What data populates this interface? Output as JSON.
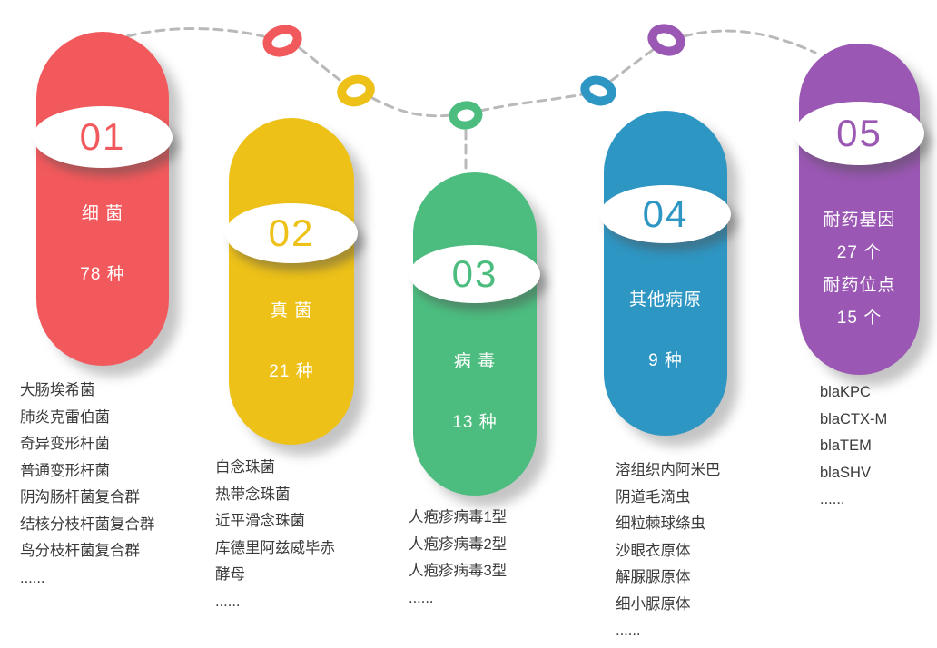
{
  "connector": {
    "color": "#b9b9b9"
  },
  "groups": [
    {
      "number": "01",
      "color": "#f2595c",
      "lines": [
        "细 菌",
        "78 种"
      ],
      "items": [
        "大肠埃希菌",
        "肺炎克雷伯菌",
        "奇异变形杆菌",
        "普通变形杆菌",
        "阴沟肠杆菌复合群",
        "结核分枝杆菌复合群",
        "鸟分枝杆菌复合群",
        "......"
      ]
    },
    {
      "number": "02",
      "color": "#edc118",
      "lines": [
        "真 菌",
        "21 种"
      ],
      "items": [
        "白念珠菌",
        "热带念珠菌",
        "近平滑念珠菌",
        "库德里阿兹威毕赤",
        "酵母",
        "......"
      ]
    },
    {
      "number": "03",
      "color": "#4cbd7f",
      "lines": [
        "病 毒",
        "13 种"
      ],
      "items": [
        "人疱疹病毒1型",
        "人疱疹病毒2型",
        "人疱疹病毒3型",
        "......"
      ]
    },
    {
      "number": "04",
      "color": "#2e96c3",
      "lines": [
        "其他病原",
        "9 种"
      ],
      "items": [
        "溶组织内阿米巴",
        "阴道毛滴虫",
        "细粒棘球绦虫",
        "沙眼衣原体",
        "解脲脲原体",
        "细小脲原体",
        "......"
      ]
    },
    {
      "number": "05",
      "color": "#9a57b3",
      "lines": [
        "耐药基因",
        "27 个",
        "耐药位点",
        "15 个"
      ],
      "items": [
        "blaKPC",
        "blaCTX-M",
        "blaTEM",
        "blaSHV",
        "......"
      ]
    }
  ]
}
